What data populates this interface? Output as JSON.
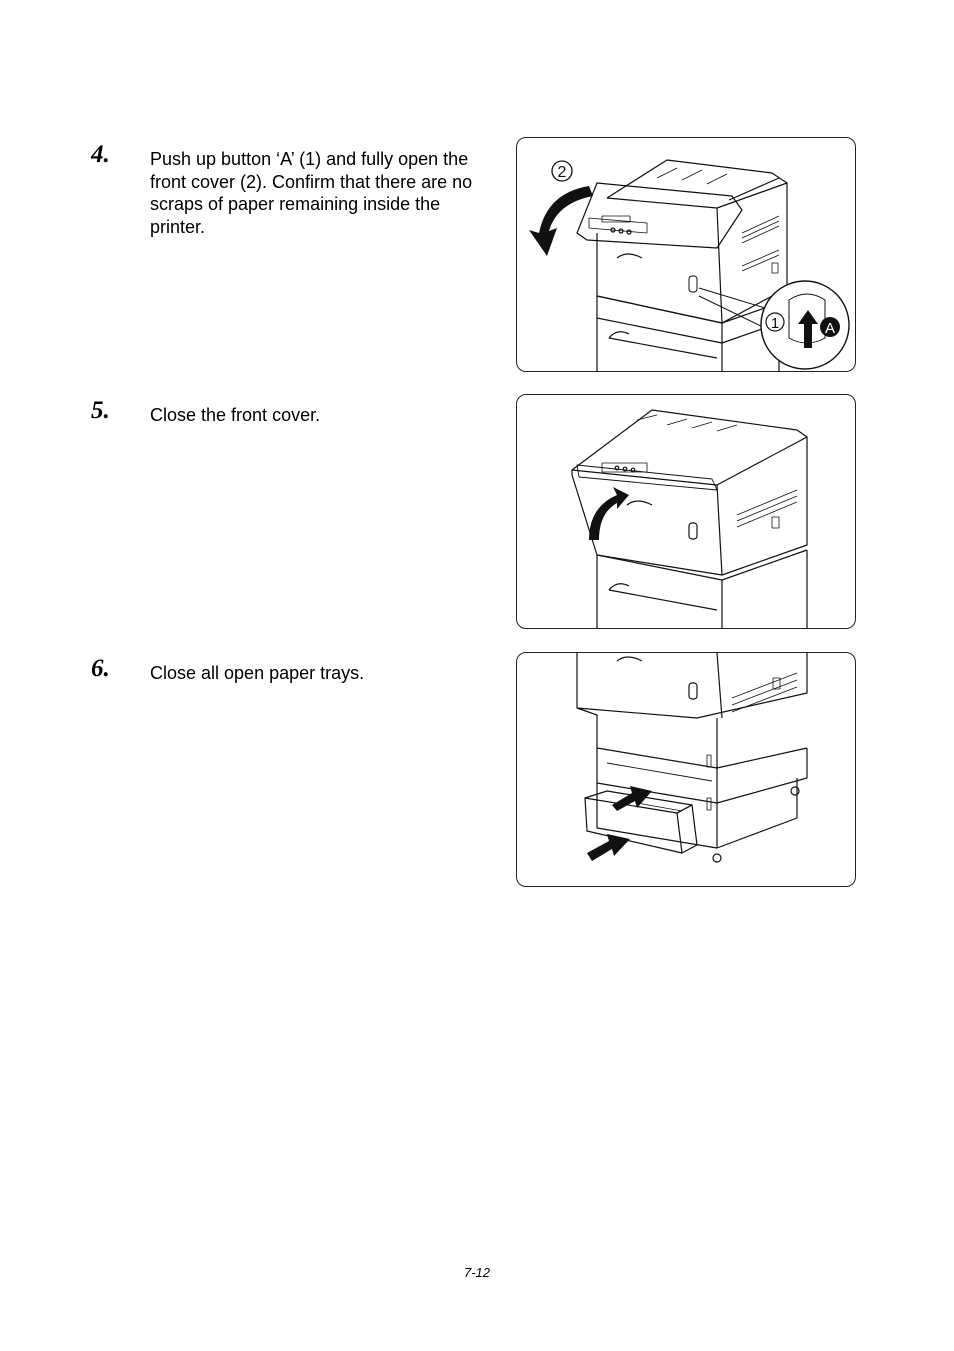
{
  "steps": [
    {
      "number": "4.",
      "text": "Push up button ‘A’ (1) and fully open the front cover (2). Confirm that there are no scraps of paper remaining inside the printer."
    },
    {
      "number": "5.",
      "text": "Close the front cover."
    },
    {
      "number": "6.",
      "text": "Close all open paper trays."
    }
  ],
  "figures": {
    "step4": {
      "callout_cover": "2",
      "callout_button": "1",
      "button_label": "A"
    }
  },
  "page_number": "7-12"
}
